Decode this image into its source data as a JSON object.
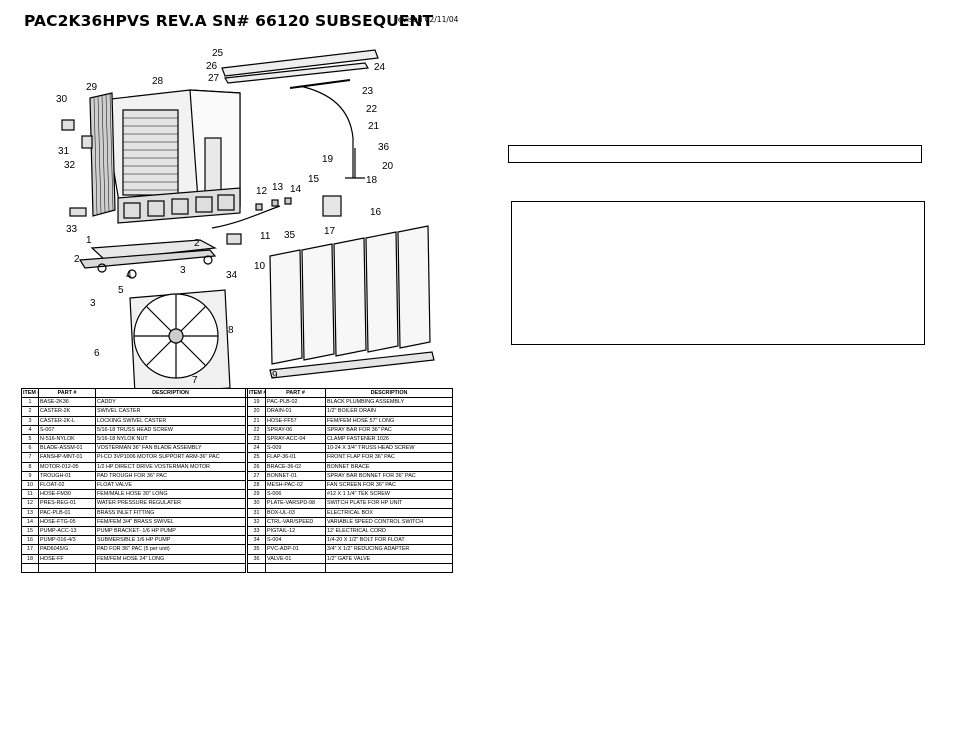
{
  "header": {
    "title": "PAC2K36HPVS  REV.A  SN# 66120 SUBSEQUENT",
    "revised": "revised 02/11/04"
  },
  "callouts": [
    "1",
    "2",
    "2",
    "3",
    "3",
    "4",
    "5",
    "6",
    "7",
    "8",
    "9",
    "10",
    "11",
    "12",
    "13",
    "14",
    "15",
    "16",
    "17",
    "18",
    "19",
    "20",
    "21",
    "22",
    "23",
    "23",
    "24",
    "25",
    "26",
    "27",
    "28",
    "29",
    "30",
    "31",
    "32",
    "33",
    "34",
    "35",
    "36"
  ],
  "parts_table": {
    "headers": [
      "ITEM #",
      "PART #",
      "DESCRIPTION",
      "ITEM #",
      "PART #",
      "DESCRIPTION"
    ],
    "rows": [
      [
        "1",
        "BASE-2K36",
        "CADDY",
        "19",
        "PAC-PLB-02",
        "BLACK PLUMBING ASSEMBLY"
      ],
      [
        "2",
        "CASTER-2K",
        "SWIVEL CASTER",
        "20",
        "DRAIN-01",
        "1/2\" BOILER DRAIN"
      ],
      [
        "3",
        "CASTER-2K-L",
        "LOCKING SWIVEL CASTER",
        "21",
        "HOSE-FF57",
        "FEM/FEM HOSE 57\" LONG"
      ],
      [
        "4",
        "S-007",
        "5/16-18 TRUSS HEAD SCREW",
        "22",
        "SPRAY-06",
        "SPRAY BAR FOR 36\" PAC"
      ],
      [
        "5",
        "N-516-NYLOK",
        "5/16-18 NYLOK NUT",
        "23",
        "SPRAY-ACC-04",
        "CLAMP FASTENER 1026"
      ],
      [
        "6",
        "BLADE-ASSM-01",
        "VOSTERMAN 36\" FAN BLADE ASSEMBLY",
        "24",
        "S-009",
        "10-24 X 3/4\" TRUSS HEAD SCREW"
      ],
      [
        "7",
        "FANSHP-MNT-01",
        "PI-CO 3VP1006 MOTOR SUPPORT ARM-36\" PAC",
        "25",
        "FLAP-36-01",
        "FRONT FLAP FOR 36\" PAC"
      ],
      [
        "8",
        "MOTOR-012-05",
        "1/2 HP DIRECT DRIVE VOSTERMAN MOTOR",
        "26",
        "BRACE-36-02",
        "BONNET BRACE"
      ],
      [
        "9",
        "TROUGH-01",
        "PAD TROUGH FOR 36\" PAC",
        "27",
        "BONNET-01",
        "SPRAY BAR BONNET FOR 36\" PAC"
      ],
      [
        "10",
        "FLOAT-02",
        "FLOAT VALVE",
        "28",
        "MESH-PAC-02",
        "FAN SCREEN FOR 36\" PAC"
      ],
      [
        "11",
        "HOSE-FM30",
        "FEM/MALE HOSE 30\" LONG",
        "29",
        "S-006",
        "#12 X 1 1/4\" TEK SCREW"
      ],
      [
        "12",
        "PRES-REG-01",
        "WATER PRESSURE REGULATER",
        "30",
        "PLATE-VARSPD-98",
        "SWITCH PLATE FOR HP UNIT"
      ],
      [
        "13",
        "PAC-PLB-01",
        "BRASS INLET FITTING",
        "31",
        "BOX-UL-03",
        "ELECTRICAL BOX"
      ],
      [
        "14",
        "HOSE-FTG-05",
        "FEM/FEM 3/4\" BRASS SWIVEL",
        "32",
        "CTRL-VAR/SPEED",
        "VARIABLE SPEED CONTROL SWITCH"
      ],
      [
        "15",
        "PUMP-ACC-13",
        "PUMP BRACKET- 1/6 HP PUMP",
        "33",
        "PIGTAIL-12",
        "12' ELECTRICAL CORD"
      ],
      [
        "16",
        "PUMP-016-4/3",
        "SUBMERSIBLE 1/6 HP PUMP",
        "34",
        "S-004",
        "1/4-20 X 1/2\" BOLT FOR FLOAT"
      ],
      [
        "17",
        "PAD6045/G",
        "PAD FOR 36\" PAC (5 per unit)",
        "35",
        "PVC-ADP-01",
        "3/4\" X 1/2\" REDUCING ADAPTER"
      ],
      [
        "18",
        "HOSE-FF",
        "FEM/FEM HOSE 24\" LONG",
        "36",
        "VALVE-01",
        "1/2\" GATE VALVE"
      ]
    ]
  },
  "colors": {
    "ink": "#000000",
    "paper": "#ffffff",
    "part_fill": "#e9e9e9"
  }
}
